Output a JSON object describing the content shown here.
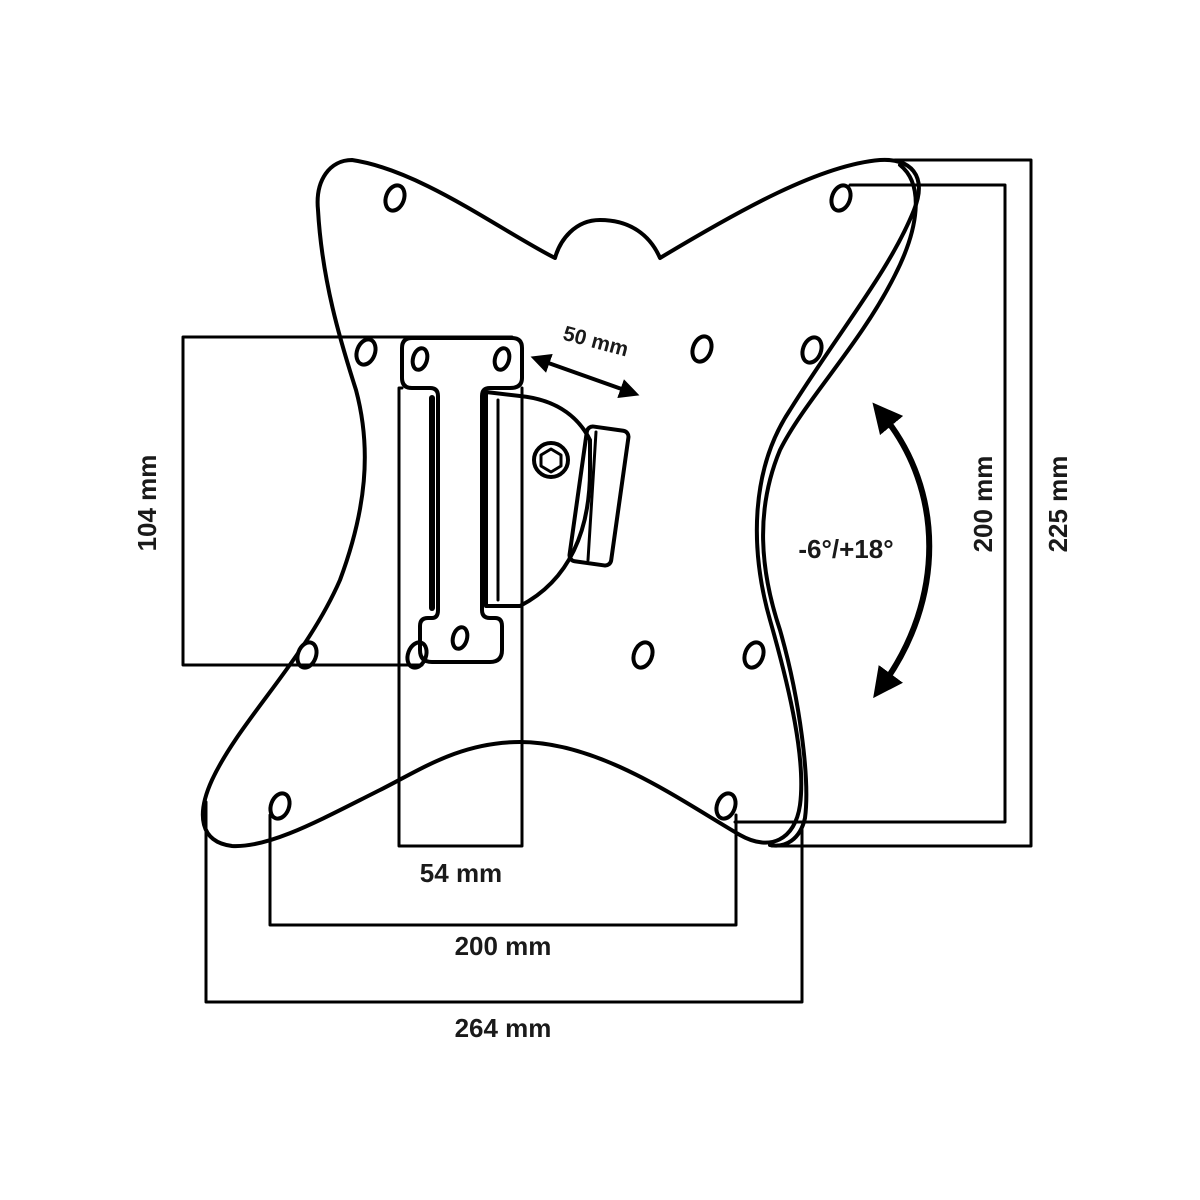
{
  "dimensions": {
    "height_bracket": "104 mm",
    "slot_offset": "50 mm",
    "plate_width_label": "54 mm",
    "vesa_horizontal": "200 mm",
    "overall_width": "264 mm",
    "vesa_vertical": "200 mm",
    "overall_height": "225 mm"
  },
  "tilt": {
    "range": "-6°/+18°"
  },
  "colors": {
    "stroke": "#000000",
    "text": "#1a1a1a",
    "background": "#ffffff"
  },
  "icons": {
    "tilt_arrow": "double-headed-curved-arrow",
    "offset_arrow": "double-headed-straight-arrow",
    "hex_bolt": "hex-bolt-icon"
  }
}
